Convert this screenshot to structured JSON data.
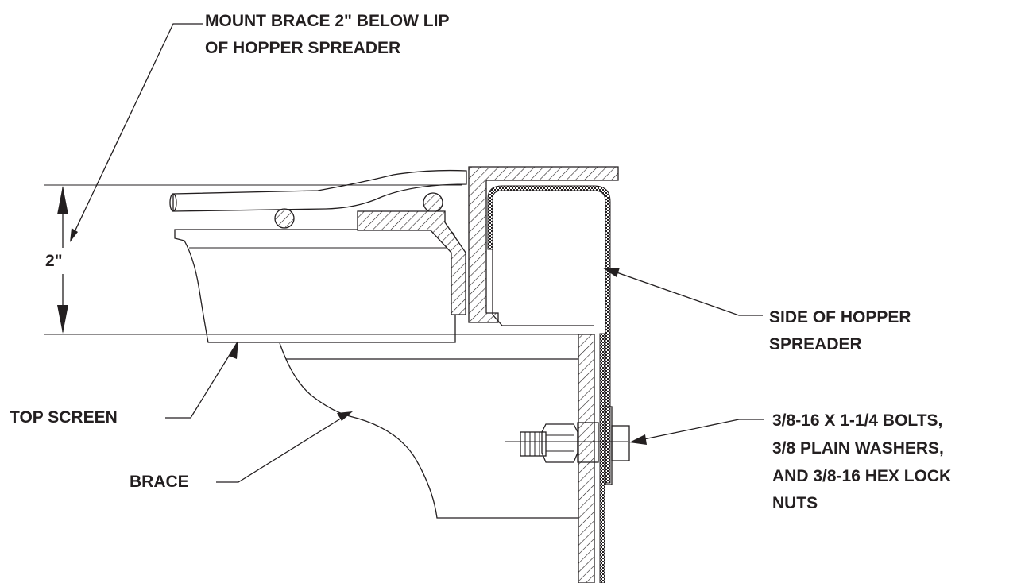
{
  "labels": {
    "mount_brace_line1": "MOUNT BRACE 2\" BELOW LIP",
    "mount_brace_line2": "OF HOPPER SPREADER",
    "dimension": "2\"",
    "side_line1": "SIDE OF HOPPER",
    "side_line2": "SPREADER",
    "top_screen": "TOP SCREEN",
    "brace": "BRACE",
    "bolts_line1": "3/8-16 X 1-1/4 BOLTS,",
    "bolts_line2": "3/8 PLAIN WASHERS,",
    "bolts_line3": "AND 3/8-16 HEX LOCK",
    "bolts_line4": "NUTS"
  },
  "colors": {
    "ink": "#231f20",
    "paper": "#ffffff"
  }
}
